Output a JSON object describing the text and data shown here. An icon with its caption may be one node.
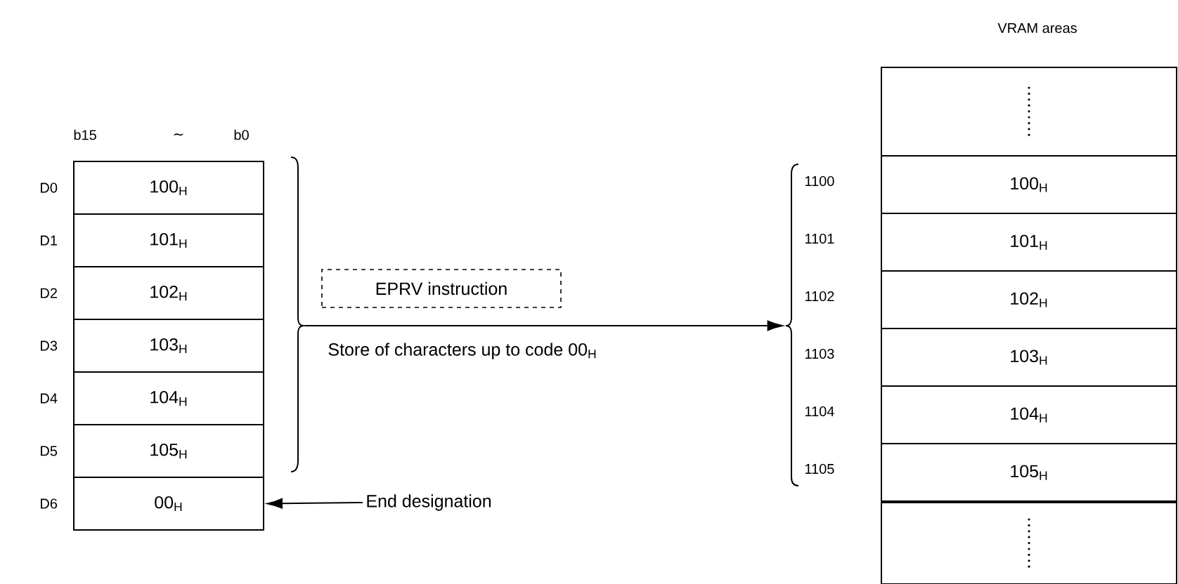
{
  "diagram": {
    "nodes": [
      {
        "text": [
          "100$_{H}$"
        ]
      },
      {
        "text": [
          "101$_{H}$"
        ]
      },
      {
        "text": [
          "102$_{H}$"
        ]
      },
      {
        "text": [
          "103$_{H}$"
        ]
      },
      {
        "text": [
          "104$_{H}$"
        ]
      },
      {
        "text": [
          "105$_{H}$"
        ]
      },
      {
        "text": [
          "00$_{H}$"
        ]
      },
      {
        "text": [],
        "shape": "brace"
      },
      {
        "text": [
          "EPRV instruction"
        ]
      },
      {
        "text": [
          "End designation"
        ]
      },
      {
        "text": [],
        "shape": "box"
      },
      {
        "text": [
          "100$_{H}$"
        ]
      },
      {
        "text": [
          "101$_{H}$"
        ]
      },
      {
        "text": [
          "102$_{H}$"
        ]
      },
      {
        "text": [
          "103$_{H}$"
        ]
      },
      {
        "text": [
          "104$_{H}$"
        ]
      },
      {
        "text": [
          "105$_{H}$"
        ]
      },
      {
        "text": [],
        "shape": "box"
      },
      {
        "text": [],
        "shape": "brace"
      }
    ],
    "edges": [
      {
        "from": 7,
        "to": 18,
        "arrow": "to",
        "label": "Store of characters up to code 00$_{H}$"
      },
      {
        "from": 9,
        "to": 6,
        "arrow": "to"
      }
    ],
    "labels": [
      "VRAM areas",
      "b15",
      "∼",
      "b0",
      "D0",
      "D1",
      "D2",
      "D3",
      "D4",
      "D5",
      "D6",
      "1100",
      "1101",
      "1102",
      "1103",
      "1104",
      "1105"
    ]
  }
}
